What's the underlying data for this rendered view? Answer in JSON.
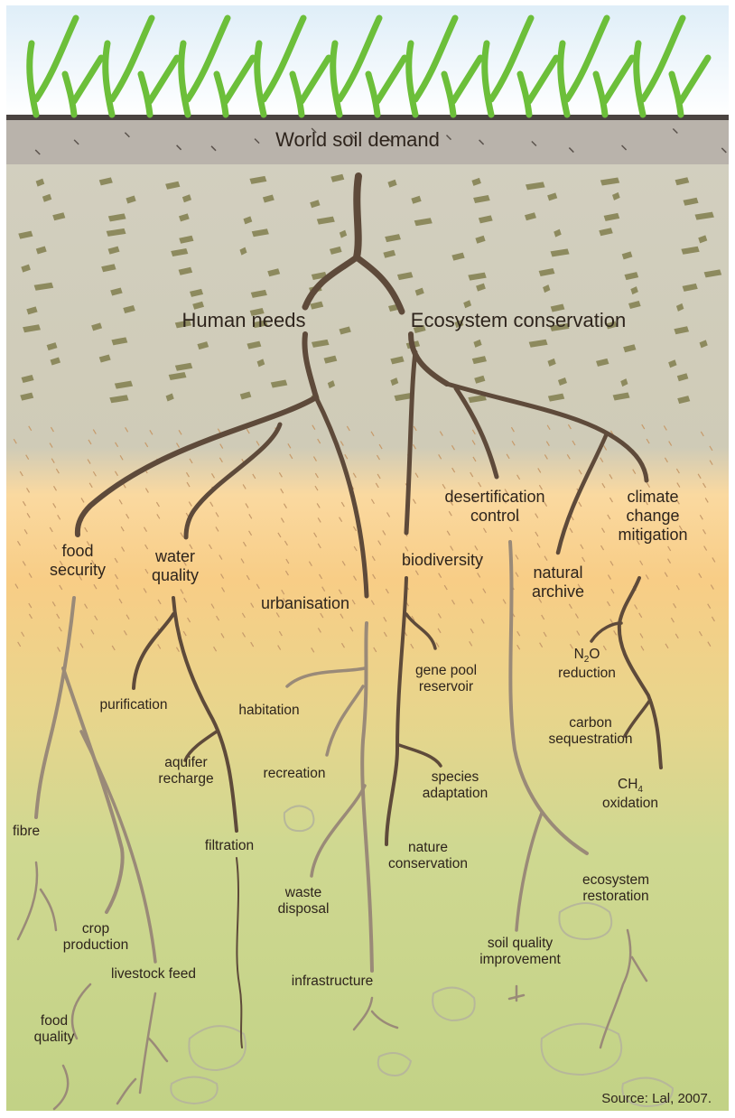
{
  "title": "World soil demand",
  "source": "Source: Lal, 2007.",
  "branches": {
    "human_needs": "Human needs",
    "ecosystem_conservation": "Ecosystem conservation"
  },
  "categories": {
    "food_security": "food\nsecurity",
    "water_quality": "water\nquality",
    "urbanisation": "urbanisation",
    "biodiversity": "biodiversity",
    "desertification_control": "desertification\ncontrol",
    "natural_archive": "natural\narchive",
    "climate_change_mitigation": "climate\nchange\nmitigation"
  },
  "leaves": {
    "fibre": "fibre",
    "crop_production": "crop\nproduction",
    "livestock_feed": "livestock feed",
    "food_quality": "food\nquality",
    "purification": "purification",
    "aquifer_recharge": "aquifer\nrecharge",
    "filtration": "filtration",
    "habitation": "habitation",
    "recreation": "recreation",
    "waste_disposal": "waste\ndisposal",
    "infrastructure": "infrastructure",
    "gene_pool_reservoir": "gene pool\nreservoir",
    "species_adaptation": "species\nadaptation",
    "nature_conservation": "nature\nconservation",
    "soil_quality_improvement": "soil quality\nimprovement",
    "ecosystem_restoration": "ecosystem\nrestoration",
    "n2o_reduction_formula": "N",
    "n2o_reduction_sub": "2",
    "n2o_reduction_formula_end": "O",
    "n2o_reduction_word": "reduction",
    "carbon_sequestration": "carbon\nsequestration",
    "ch4_formula": "CH",
    "ch4_sub": "4",
    "ch4_word": "oxidation"
  },
  "colors": {
    "sky": "#eaf4fa",
    "surface_band": "#b9b3ab",
    "topsoil": "#cfcdb7",
    "subsoil": "#f7cf8c",
    "deep_soil": "#c8d48f",
    "root_dark": "#5e4a3a",
    "root_light": "#9a8a78",
    "grass": "#6cbf3a",
    "clod": "#8d8a5e"
  }
}
